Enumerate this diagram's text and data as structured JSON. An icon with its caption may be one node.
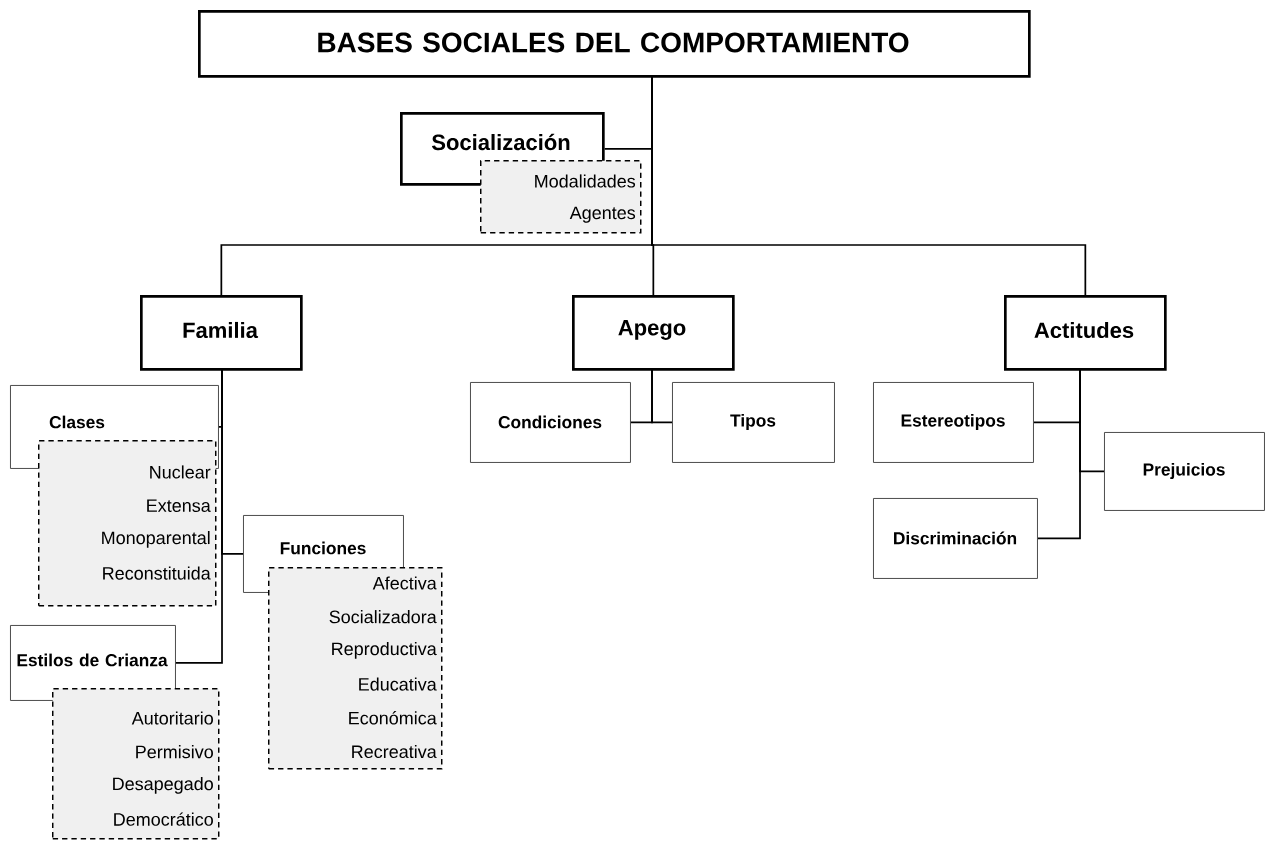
{
  "diagram": {
    "nodes": [
      {
        "text": [
          "BASES SOCIALES DEL COMPORTAMIENTO"
        ]
      },
      {
        "text": [
          "Socialización"
        ]
      },
      {
        "text": [
          "Modalidades",
          "Agentes"
        ]
      },
      {
        "text": [
          "Familia"
        ]
      },
      {
        "text": [
          "Apego"
        ]
      },
      {
        "text": [
          "Actitudes"
        ]
      },
      {
        "text": [
          "Clases"
        ]
      },
      {
        "text": [
          "Nuclear",
          "Extensa",
          "Monoparental",
          "Reconstituida"
        ]
      },
      {
        "text": [
          "Funciones"
        ]
      },
      {
        "text": [
          "Afectiva",
          "Socializadora",
          "Reproductiva",
          "Educativa",
          "Económica",
          "Recreativa"
        ]
      },
      {
        "text": [
          "Estilos de Crianza"
        ]
      },
      {
        "text": [
          "Autoritario",
          "Permisivo",
          "Desapegado",
          "Democrático"
        ]
      },
      {
        "text": [
          "Condiciones"
        ]
      },
      {
        "text": [
          "Tipos"
        ]
      },
      {
        "text": [
          "Estereotipos"
        ]
      },
      {
        "text": [
          "Prejuicios"
        ]
      },
      {
        "text": [
          "Discriminación"
        ]
      }
    ],
    "edges": [
      {
        "from": 0,
        "to": 1,
        "arrow": "none"
      },
      {
        "from": 0,
        "to": 3,
        "arrow": "none"
      },
      {
        "from": 0,
        "to": 4,
        "arrow": "none"
      },
      {
        "from": 0,
        "to": 5,
        "arrow": "none"
      },
      {
        "from": 3,
        "to": 6,
        "arrow": "none"
      },
      {
        "from": 3,
        "to": 8,
        "arrow": "none"
      },
      {
        "from": 3,
        "to": 10,
        "arrow": "none"
      },
      {
        "from": 4,
        "to": 12,
        "arrow": "none"
      },
      {
        "from": 4,
        "to": 13,
        "arrow": "none"
      },
      {
        "from": 5,
        "to": 14,
        "arrow": "none"
      },
      {
        "from": 5,
        "to": 15,
        "arrow": "none"
      },
      {
        "from": 5,
        "to": 16,
        "arrow": "none"
      }
    ]
  }
}
